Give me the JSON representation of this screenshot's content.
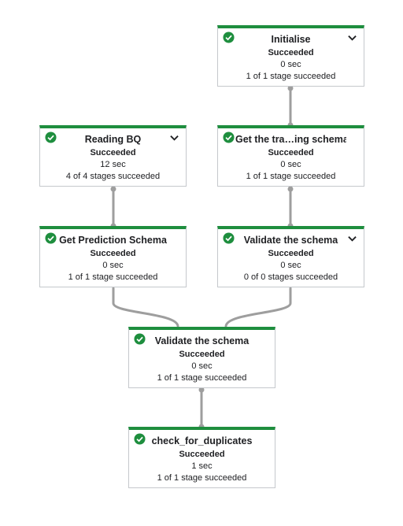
{
  "colors": {
    "success_green": "#1e8e3e",
    "edge_gray": "#9e9e9e",
    "border_gray": "#c5c8cc"
  },
  "nodes": [
    {
      "id": "initialise",
      "title": "Initialise",
      "status": "Succeeded",
      "duration": "0 sec",
      "stages": "1 of 1 stage succeeded",
      "expandable": true,
      "icon": "check-circle-icon"
    },
    {
      "id": "reading-bq",
      "title": "Reading BQ",
      "status": "Succeeded",
      "duration": "12 sec",
      "stages": "4 of 4 stages succeeded",
      "expandable": true,
      "icon": "check-circle-icon"
    },
    {
      "id": "get-training-schema",
      "title": "Get the tra…ing schema",
      "status": "Succeeded",
      "duration": "0 sec",
      "stages": "1 of 1 stage succeeded",
      "expandable": false,
      "icon": "check-circle-icon"
    },
    {
      "id": "get-prediction-schema",
      "title": "Get Prediction Schema",
      "status": "Succeeded",
      "duration": "0 sec",
      "stages": "1 of 1 stage succeeded",
      "expandable": false,
      "icon": "check-circle-icon"
    },
    {
      "id": "validate-schema-1",
      "title": "Validate the schema",
      "status": "Succeeded",
      "duration": "0 sec",
      "stages": "0 of 0 stages succeeded",
      "expandable": true,
      "icon": "check-circle-icon"
    },
    {
      "id": "validate-schema-2",
      "title": "Validate the schema",
      "status": "Succeeded",
      "duration": "0 sec",
      "stages": "1 of 1 stage succeeded",
      "expandable": false,
      "icon": "check-circle-icon"
    },
    {
      "id": "check-for-duplicates",
      "title": "check_for_duplicates",
      "status": "Succeeded",
      "duration": "1 sec",
      "stages": "1 of 1 stage succeeded",
      "expandable": false,
      "icon": "check-circle-icon"
    }
  ],
  "edges": [
    {
      "from": "initialise",
      "to": "get-training-schema"
    },
    {
      "from": "reading-bq",
      "to": "get-prediction-schema"
    },
    {
      "from": "get-training-schema",
      "to": "validate-schema-1"
    },
    {
      "from": "get-prediction-schema",
      "to": "validate-schema-2"
    },
    {
      "from": "validate-schema-1",
      "to": "validate-schema-2"
    },
    {
      "from": "validate-schema-2",
      "to": "check-for-duplicates"
    }
  ]
}
